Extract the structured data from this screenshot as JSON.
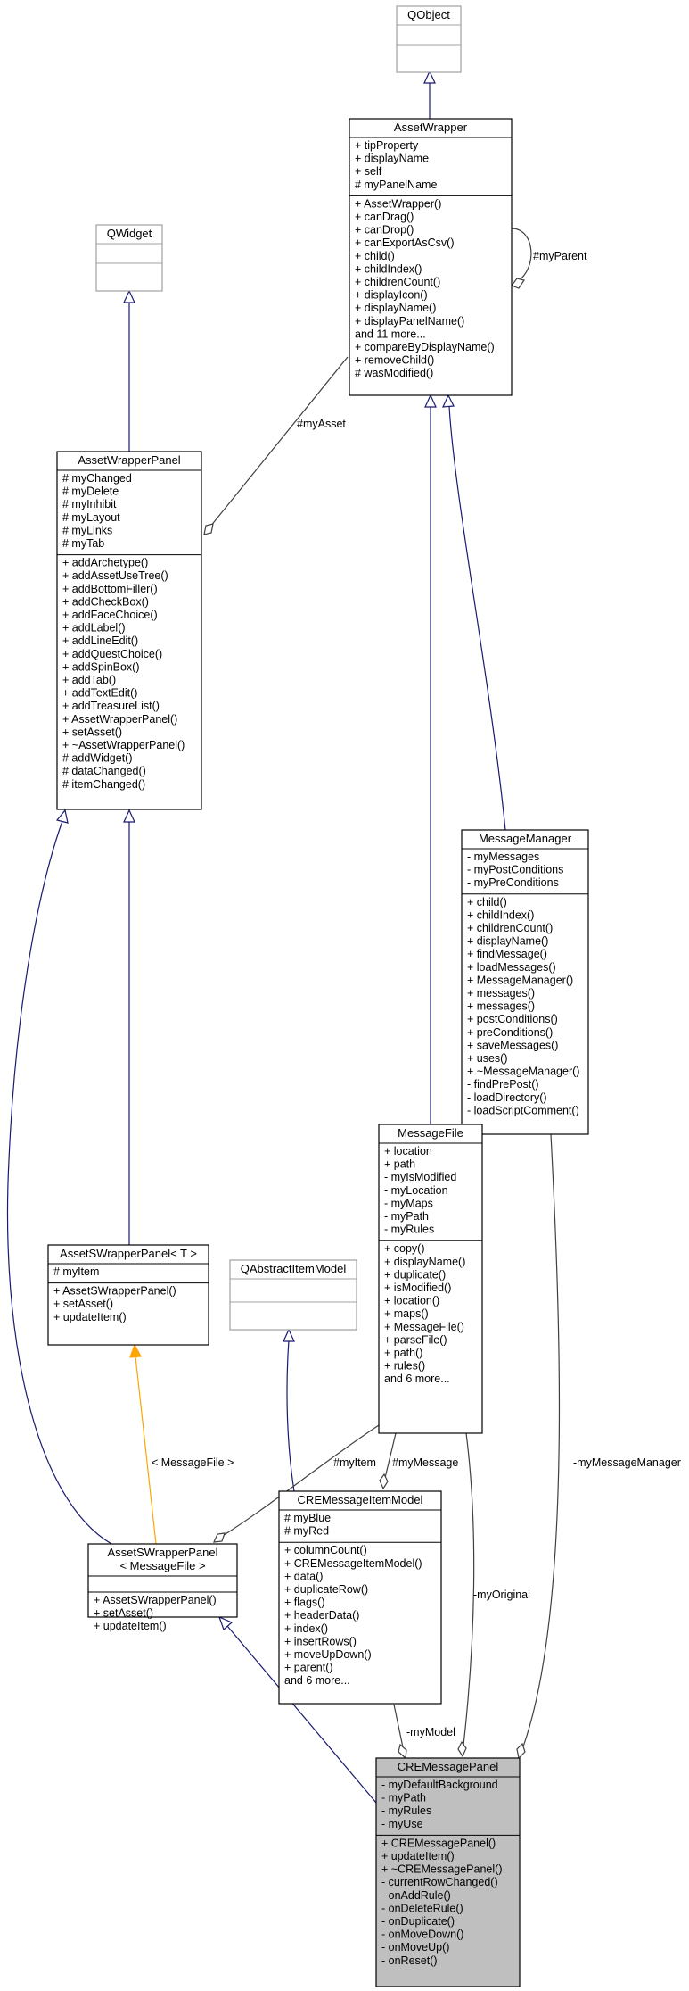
{
  "colors": {
    "inheritance": "#191970",
    "template": "#ffa500",
    "usage": "#404040",
    "highlight_fill": "#bfbfbf",
    "greyed_border": "#a0a0a0",
    "greyed_text": "#7f7f7f"
  },
  "classes": [
    {
      "id": "qobject",
      "title": [
        "QObject"
      ],
      "attributes": [],
      "methods": [],
      "style": "grey"
    },
    {
      "id": "assetwrapper",
      "title": [
        "AssetWrapper"
      ],
      "attributes": [
        "+ tipProperty",
        "+ displayName",
        "+ self",
        "# myPanelName"
      ],
      "methods": [
        "+ AssetWrapper()",
        "+ canDrag()",
        "+ canDrop()",
        "+ canExportAsCsv()",
        "+ child()",
        "+ childIndex()",
        "+ childrenCount()",
        "+ displayIcon()",
        "+ displayName()",
        "+ displayPanelName()",
        "and 11 more...",
        "+ compareByDisplayName()",
        "+ removeChild()",
        "# wasModified()"
      ],
      "style": "normal"
    },
    {
      "id": "qwidget",
      "title": [
        "QWidget"
      ],
      "attributes": [],
      "methods": [],
      "style": "grey"
    },
    {
      "id": "assetwrapperpanel",
      "title": [
        "AssetWrapperPanel"
      ],
      "attributes": [
        "# myChanged",
        "# myDelete",
        "# myInhibit",
        "# myLayout",
        "# myLinks",
        "# myTab"
      ],
      "methods": [
        "+ addArchetype()",
        "+ addAssetUseTree()",
        "+ addBottomFiller()",
        "+ addCheckBox()",
        "+ addFaceChoice()",
        "+ addLabel()",
        "+ addLineEdit()",
        "+ addQuestChoice()",
        "+ addSpinBox()",
        "+ addTab()",
        "+ addTextEdit()",
        "+ addTreasureList()",
        "+ AssetWrapperPanel()",
        "+ setAsset()",
        "+ ~AssetWrapperPanel()",
        "# addWidget()",
        "# dataChanged()",
        "# itemChanged()"
      ],
      "style": "normal"
    },
    {
      "id": "messagemanager",
      "title": [
        "MessageManager"
      ],
      "attributes": [
        "- myMessages",
        "- myPostConditions",
        "- myPreConditions"
      ],
      "methods": [
        "+ child()",
        "+ childIndex()",
        "+ childrenCount()",
        "+ displayName()",
        "+ findMessage()",
        "+ loadMessages()",
        "+ MessageManager()",
        "+ messages()",
        "+ messages()",
        "+ postConditions()",
        "+ preConditions()",
        "+ saveMessages()",
        "+ uses()",
        "+ ~MessageManager()",
        "- findPrePost()",
        "- loadDirectory()",
        "- loadScriptComment()"
      ],
      "style": "normal"
    },
    {
      "id": "messagefile",
      "title": [
        "MessageFile"
      ],
      "attributes": [
        "+ location",
        "+ path",
        "- myIsModified",
        "- myLocation",
        "- myMaps",
        "- myPath",
        "- myRules"
      ],
      "methods": [
        "+ copy()",
        "+ displayName()",
        "+ duplicate()",
        "+ isModified()",
        "+ location()",
        "+ maps()",
        "+ MessageFile()",
        "+ parseFile()",
        "+ path()",
        "+ rules()",
        "and 6 more..."
      ],
      "style": "normal"
    },
    {
      "id": "assetswrapperpanel_t",
      "title": [
        "AssetSWrapperPanel< T >"
      ],
      "attributes": [
        "# myItem"
      ],
      "methods": [
        "+ AssetSWrapperPanel()",
        "+ setAsset()",
        "+ updateItem()"
      ],
      "style": "normal"
    },
    {
      "id": "qabstractitemmodel",
      "title": [
        "QAbstractItemModel"
      ],
      "attributes": [],
      "methods": [],
      "style": "grey"
    },
    {
      "id": "cremessageitemmodel",
      "title": [
        "CREMessageItemModel"
      ],
      "attributes": [
        "# myBlue",
        "# myRed"
      ],
      "methods": [
        "+ columnCount()",
        "+ CREMessageItemModel()",
        "+ data()",
        "+ duplicateRow()",
        "+ flags()",
        "+ headerData()",
        "+ index()",
        "+ insertRows()",
        "+ moveUpDown()",
        "+ parent()",
        "and 6 more..."
      ],
      "style": "normal"
    },
    {
      "id": "assetswrapperpanel_mf",
      "title": [
        "AssetSWrapperPanel",
        "< MessageFile >"
      ],
      "attributes": [],
      "methods": [
        "+ AssetSWrapperPanel()",
        "+ setAsset()",
        "+ updateItem()"
      ],
      "style": "normal"
    },
    {
      "id": "cremessagepanel",
      "title": [
        "CREMessagePanel"
      ],
      "attributes": [
        "- myDefaultBackground",
        "- myPath",
        "- myRules",
        "- myUse"
      ],
      "methods": [
        "+ CREMessagePanel()",
        "+ updateItem()",
        "+ ~CREMessagePanel()",
        "- currentRowChanged()",
        "- onAddRule()",
        "- onDeleteRule()",
        "- onDuplicate()",
        "- onMoveDown()",
        "- onMoveUp()",
        "- onReset()"
      ],
      "style": "highlight"
    }
  ],
  "edge_labels": {
    "myParent": "#myParent",
    "myAsset": "#myAsset",
    "myItem": "#myItem",
    "myMessage": "#myMessage",
    "templateArg": "< MessageFile >",
    "myMessageManager": "-myMessageManager",
    "myOriginal": "-myOriginal",
    "myModel": "-myModel"
  }
}
